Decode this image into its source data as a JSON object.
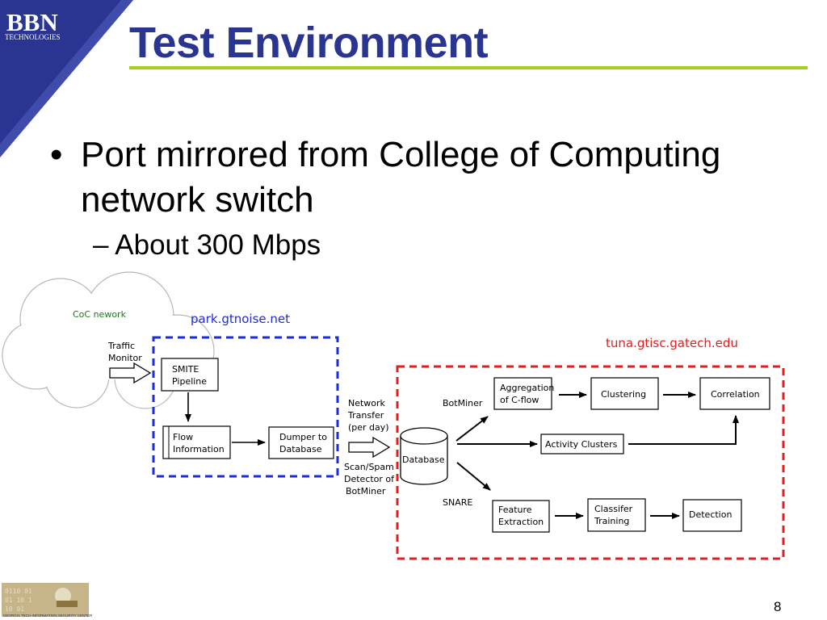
{
  "slide": {
    "title": "Test Environment",
    "page_number": "8",
    "accent_color": "#a4d21a",
    "title_color": "#2a3592"
  },
  "bullets": {
    "marker": "•",
    "level1": "Port mirrored from College of Computing network switch",
    "level2": "– About 300 Mbps"
  },
  "logos": {
    "bbn_name": "BBN",
    "bbn_sub": "TECHNOLOGIES",
    "gt_footer": "GEORGIA TECH INFORMATION SECURITY CENTER"
  },
  "diagram": {
    "cloud_label": "CoC nework",
    "traffic_monitor": [
      "Traffic",
      "Monitor"
    ],
    "host_park": "park.gtnoise.net",
    "host_tuna": "tuna.gtisc.gatech.edu",
    "smite": [
      "SMITE",
      "Pipeline"
    ],
    "flow": [
      "Flow",
      "Information"
    ],
    "dumper": [
      "Dumper to",
      "Database"
    ],
    "network_transfer": [
      "Network",
      "Transfer",
      "(per day)"
    ],
    "scan_spam": [
      "Scan/Spam",
      "Detector of",
      "BotMiner"
    ],
    "database": "Database",
    "botminer": "BotMiner",
    "snare": "SNARE",
    "aggregation": [
      "Aggregation",
      "of C-flow"
    ],
    "clustering": "Clustering",
    "correlation": "Correlation",
    "activity_clusters": "Activity Clusters",
    "feature": [
      "Feature",
      "Extraction"
    ],
    "classifier": [
      "Classifer",
      "Training"
    ],
    "detection": "Detection"
  }
}
